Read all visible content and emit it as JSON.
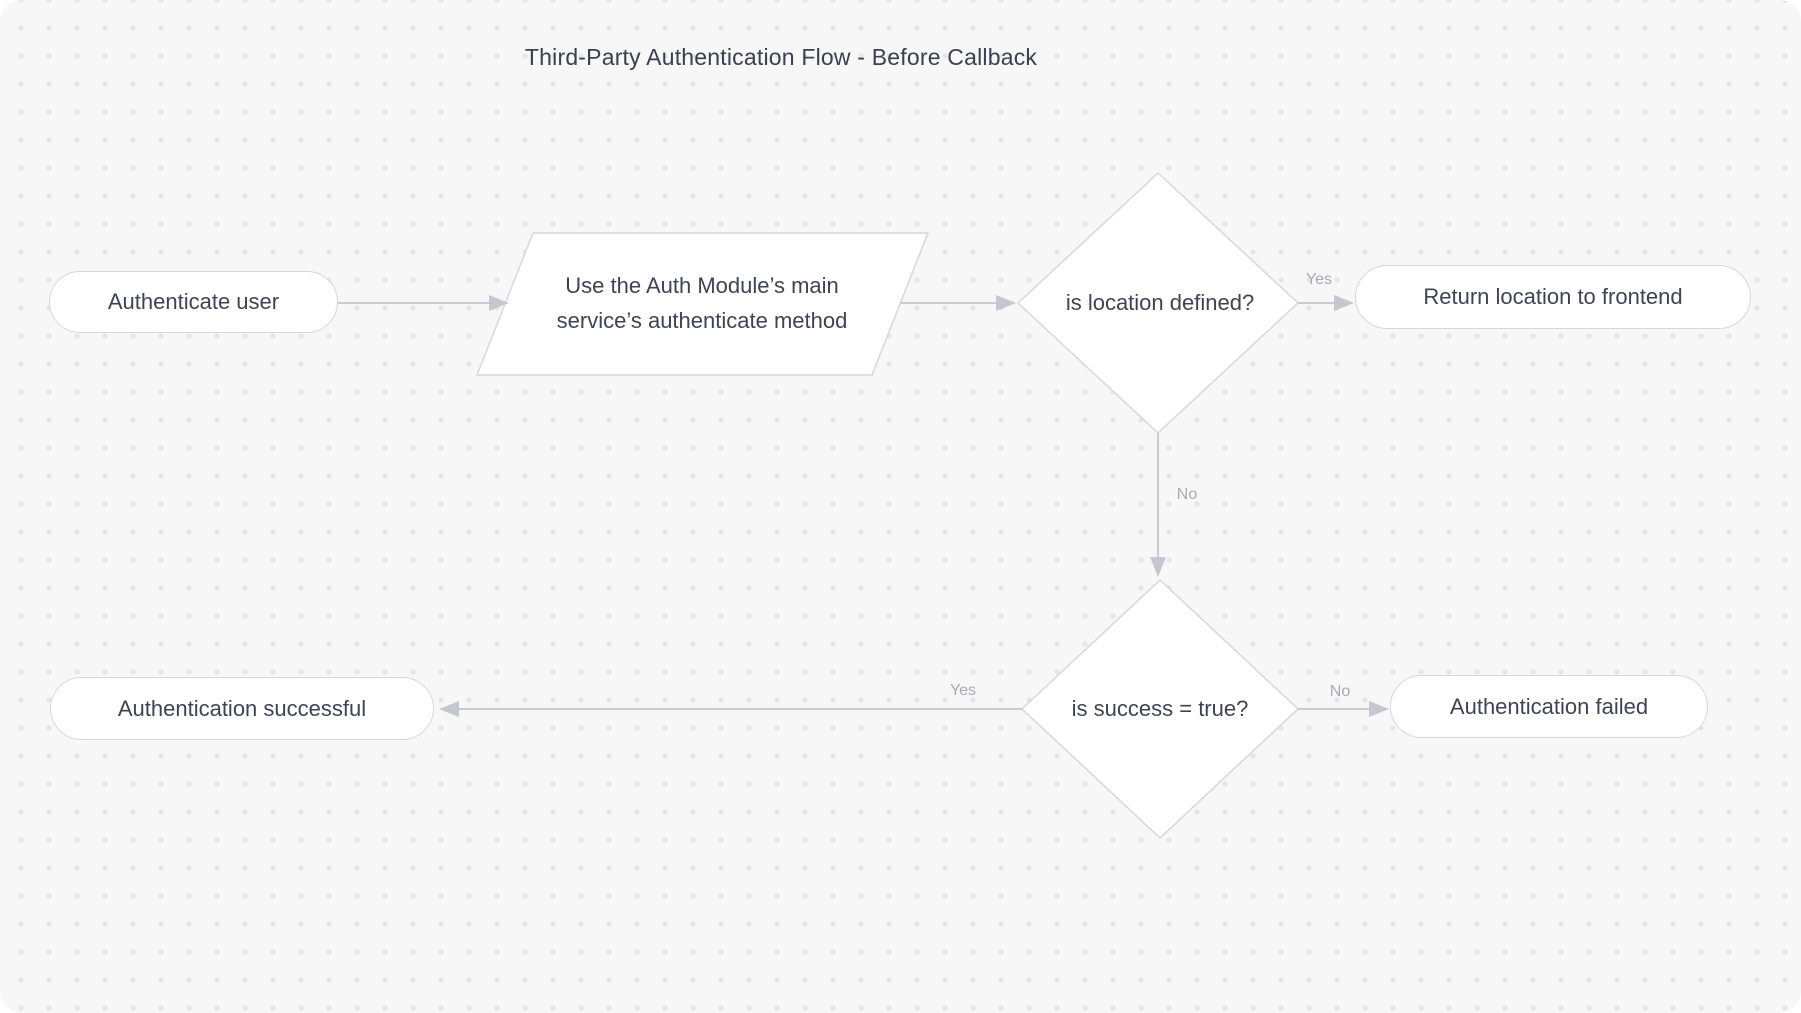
{
  "title": "Third-Party Authentication Flow - Before Callback",
  "nodes": {
    "start": {
      "type": "stadium",
      "label": "Authenticate user"
    },
    "auth_method": {
      "type": "parallelogram",
      "label": "Use the Auth Module’s main service’s authenticate method"
    },
    "location_check": {
      "type": "decision",
      "label": "is location defined?"
    },
    "return_location": {
      "type": "stadium",
      "label": "Return location to frontend"
    },
    "success_check": {
      "type": "decision",
      "label": "is success = true?"
    },
    "auth_success": {
      "type": "stadium",
      "label": "Authentication successful"
    },
    "auth_failed": {
      "type": "stadium",
      "label": "Authentication failed"
    }
  },
  "edges": [
    {
      "from": "start",
      "to": "auth_method",
      "label": ""
    },
    {
      "from": "auth_method",
      "to": "location_check",
      "label": ""
    },
    {
      "from": "location_check",
      "to": "return_location",
      "label": "Yes"
    },
    {
      "from": "location_check",
      "to": "success_check",
      "label": "No"
    },
    {
      "from": "success_check",
      "to": "auth_success",
      "label": "Yes"
    },
    {
      "from": "success_check",
      "to": "auth_failed",
      "label": "No"
    }
  ],
  "colors": {
    "canvas_bg": "#f7f7f8",
    "dot": "#e5e5e9",
    "node_fill": "#ffffff",
    "node_border": "#d5d7dd",
    "node_text": "#3e4452",
    "edge_line": "#c9ccd3",
    "arrowhead": "#c4c7cf",
    "edge_label_text": "#a7abb5",
    "title_text": "#3a404e"
  }
}
